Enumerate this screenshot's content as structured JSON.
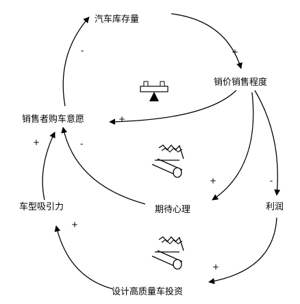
{
  "nodes": {
    "inventory": "汽车库存量",
    "discount": "销价销售程度",
    "willingness": "销售者购车意愿",
    "expectation": "期待心理",
    "profit": "利润",
    "appeal": "车型吸引力",
    "investment": "设计高质量车投资"
  },
  "polarities": {
    "inventory_to_discount": "+",
    "inventory_to_willingness": "-",
    "discount_to_willingness": "+",
    "willingness_from_expectation": "-",
    "discount_to_expectation": "+",
    "discount_to_profit": "-",
    "appeal_to_willingness": "+",
    "profit_to_investment": "+",
    "investment_to_appeal": "+"
  },
  "icons": [
    "balance-scale-icon",
    "delay-pipe-icon",
    "delay-pipe-icon"
  ]
}
